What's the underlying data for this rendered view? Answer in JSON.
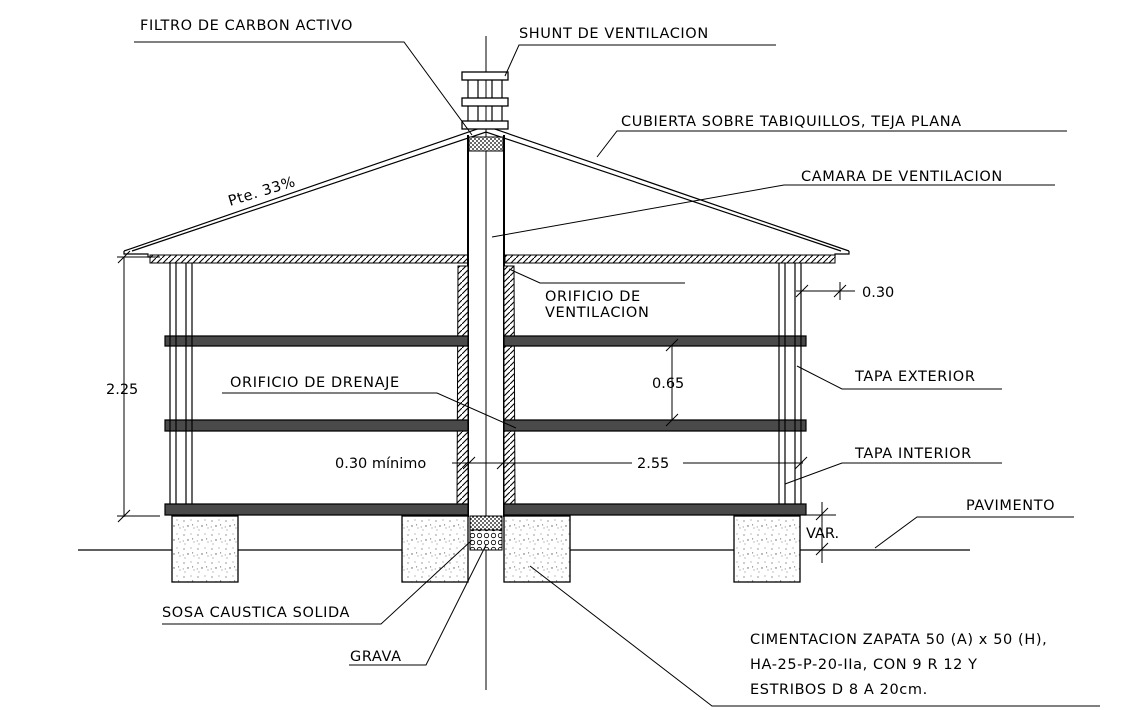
{
  "labels": {
    "filtro": "FILTRO DE CARBON ACTIVO",
    "shunt": "SHUNT DE VENTILACION",
    "cubierta": "CUBIERTA SOBRE TABIQUILLOS, TEJA PLANA",
    "camara": "CAMARA DE VENTILACION",
    "pendiente": "Pte. 33%",
    "orificio_vent_1": "ORIFICIO DE",
    "orificio_vent_2": "VENTILACION",
    "orificio_drenaje": "ORIFICIO DE DRENAJE",
    "tapa_exterior": "TAPA EXTERIOR",
    "tapa_interior": "TAPA INTERIOR",
    "pavimento": "PAVIMENTO",
    "sosa": "SOSA CAUSTICA SOLIDA",
    "grava": "GRAVA",
    "cimentacion_1": "CIMENTACION ZAPATA 50 (A) x 50 (H),",
    "cimentacion_2": "HA-25-P-20-IIa, CON 9 R 12 Y",
    "cimentacion_3": "ESTRIBOS D 8 A 20cm."
  },
  "dimensions": {
    "altura_total": "2.25",
    "separacion": "0.65",
    "tapa": "0.30",
    "minimo": "0.30 mínimo",
    "ancho": "2.55",
    "var": "VAR."
  },
  "colors": {
    "line": "#000000",
    "background": "#ffffff",
    "slab_fill": "#4a4a4a"
  }
}
